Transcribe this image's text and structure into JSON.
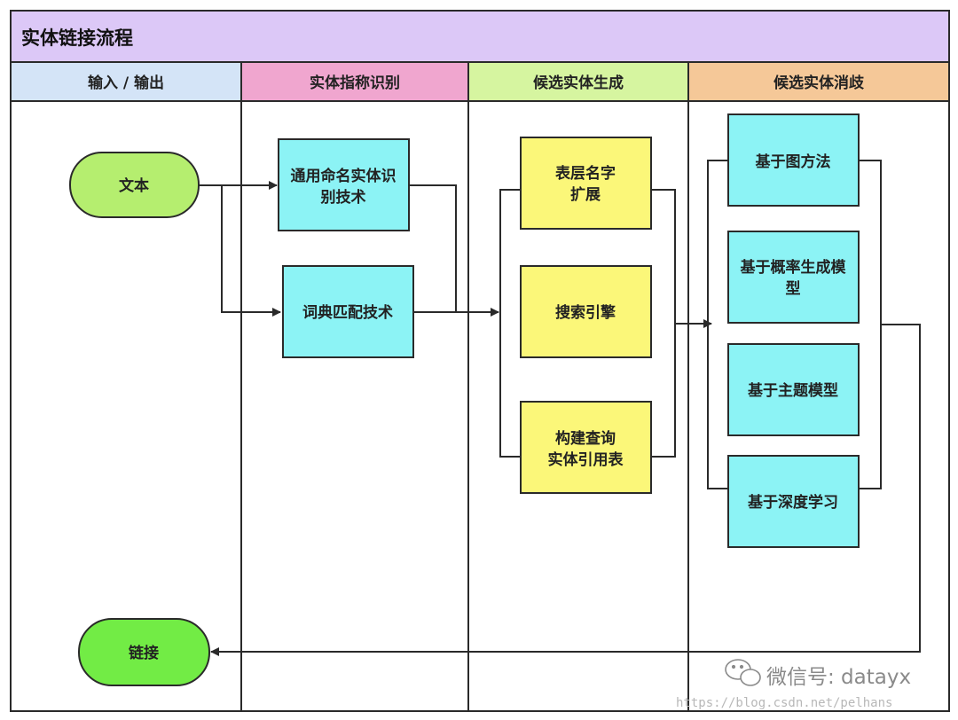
{
  "title": "实体链接流程",
  "lanes": [
    {
      "label": "输入 / 输出",
      "color": "#d4e4f7"
    },
    {
      "label": "实体指称识别",
      "color": "#f0a6cf"
    },
    {
      "label": "候选实体生成",
      "color": "#d6f5a0"
    },
    {
      "label": "候选实体消歧",
      "color": "#f5c898"
    }
  ],
  "nodes": {
    "input_text": "文本",
    "output_link": "链接",
    "ner": [
      "通用命名实体识",
      "别技术"
    ],
    "dict_match": "词典匹配技术",
    "surface_expand": [
      "表层名字",
      "扩展"
    ],
    "search_engine": "搜索引擎",
    "build_table": [
      "构建查询",
      "实体引用表"
    ],
    "graph_method": "基于图方法",
    "prob_model": [
      "基于概率生成模",
      "型"
    ],
    "topic_model": "基于主题模型",
    "deep_learning": "基于深度学习"
  },
  "watermark": {
    "wechat": "微信号: datayx",
    "url": "https://blog.csdn.net/pelhans"
  },
  "colors": {
    "title_bg": "#dcc8f7",
    "io_node": "#b5ee6f",
    "io_node_output": "#72ec45",
    "recognition_node": "#8cf3f5",
    "generation_node": "#fbf779",
    "disambiguation_node": "#8cf3f5",
    "line": "#2a2a2a"
  }
}
